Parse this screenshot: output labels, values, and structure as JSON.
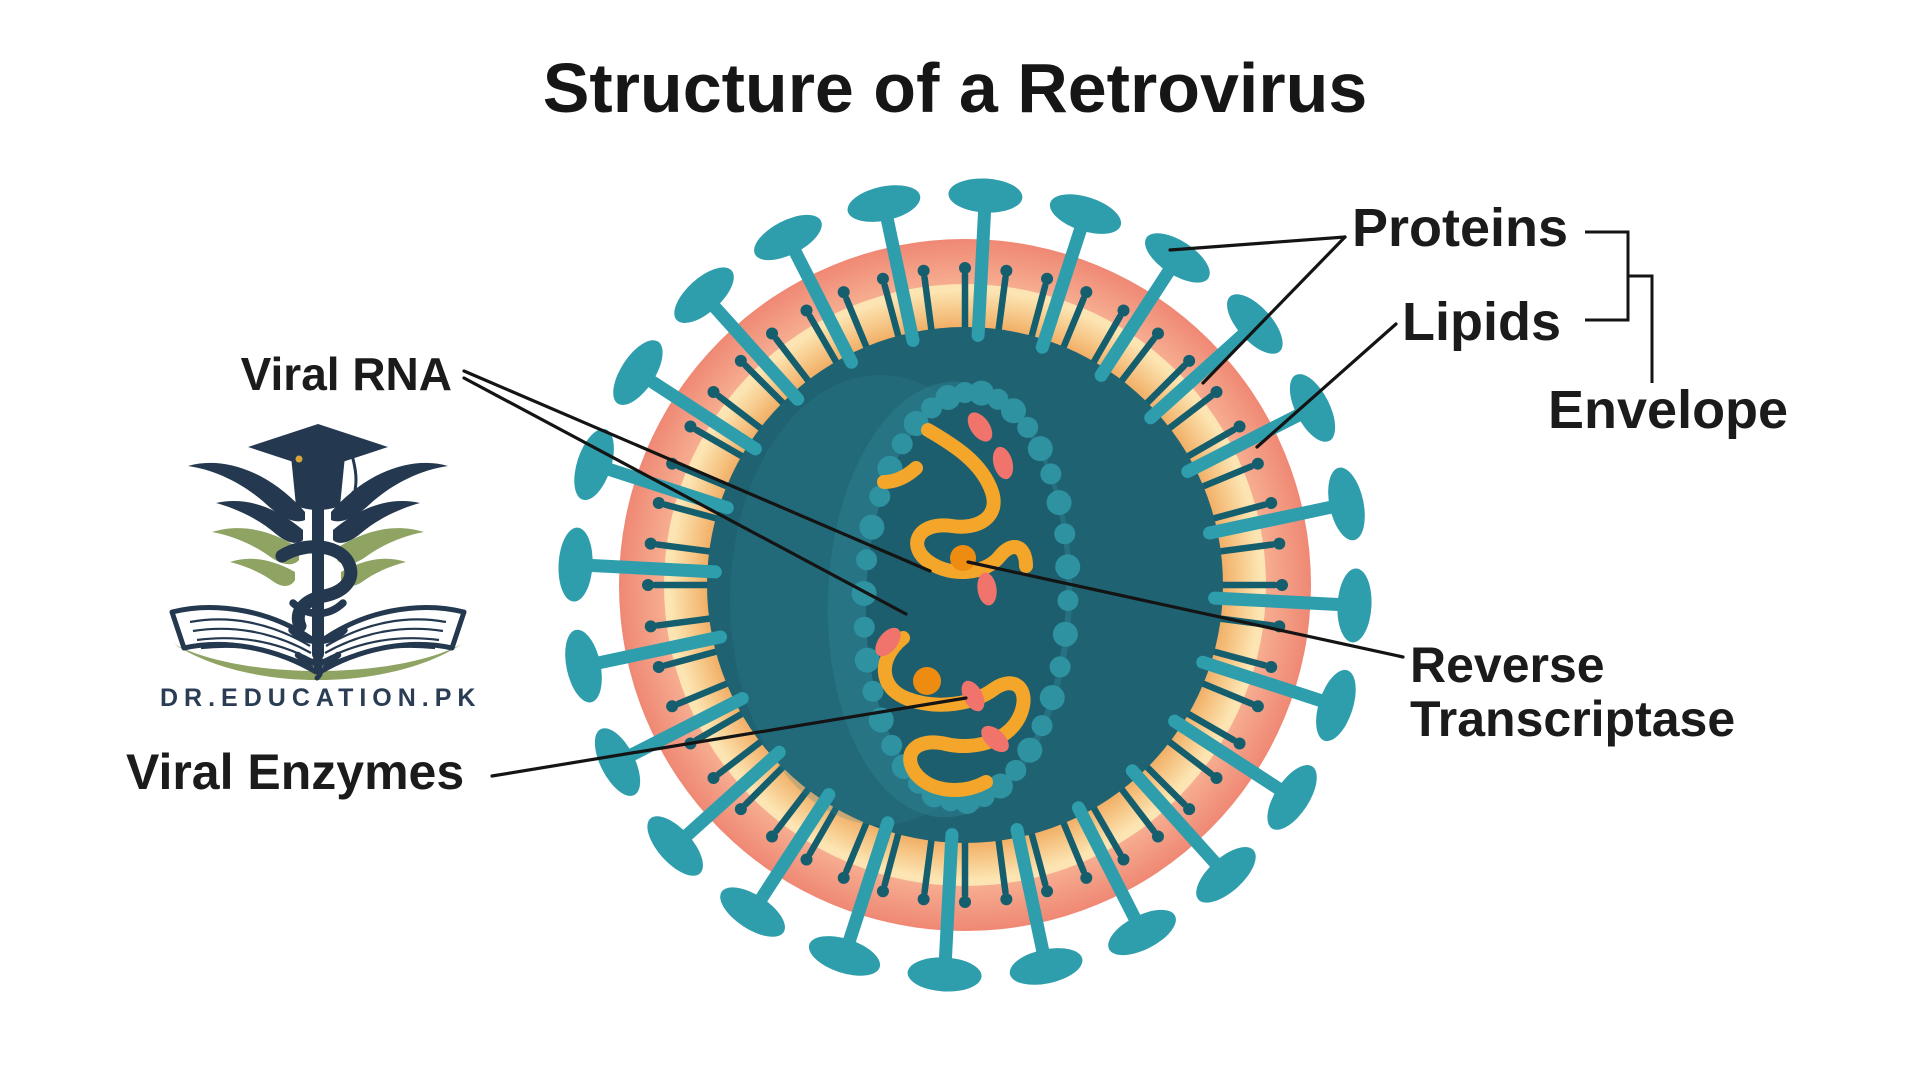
{
  "title": "Structure of a Retrovirus",
  "labels": {
    "viral_rna": "Viral RNA",
    "viral_enzymes": "Viral Enzymes",
    "proteins": "Proteins",
    "lipids": "Lipids",
    "envelope": "Envelope",
    "reverse_transcriptase": [
      "Reverse",
      "Transcriptase"
    ]
  },
  "logo": {
    "text": "DR.EDUCATION.PK"
  },
  "colors": {
    "text": "#1b1b1b",
    "annotation_line": "#141414",
    "envelope_outer": "#ef8874",
    "envelope_inner": "#f9bb9b",
    "protein_layer_outer": "#fce5b2",
    "protein_layer_inner": "#f0a85c",
    "core": "#1f6373",
    "core_light": "#2f8596",
    "capsid_fill": "#1d5e6e",
    "bead": "#2e92a1",
    "spike": "#2e9ead",
    "stud": "#155e6e",
    "rna": "#f4a62a",
    "enzyme_dot": "#ee8c11",
    "enzyme_oval": "#f1746c",
    "logo_navy": "#24384f",
    "logo_olive": "#8fa363",
    "logo_gold": "#d9a43c"
  }
}
